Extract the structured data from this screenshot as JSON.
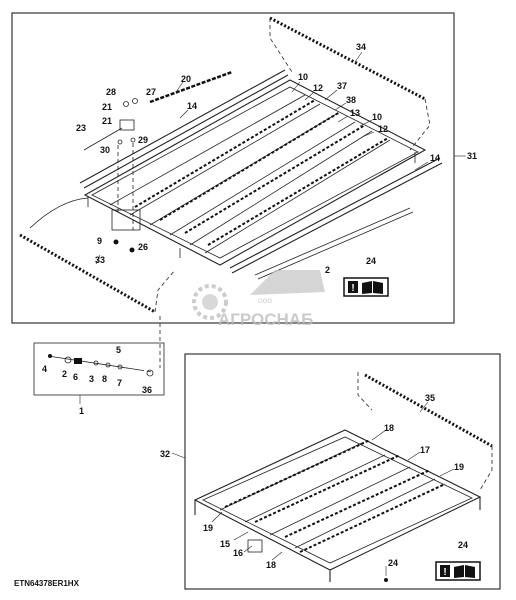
{
  "figure_code": "ETN64378ER1HX",
  "watermark": {
    "company_top": "ООО",
    "company_name": "АГРОСНАБ"
  },
  "callouts": {
    "c1": "1",
    "c2": "2",
    "c3": "3",
    "c4": "4",
    "c5": "5",
    "c6": "6",
    "c7": "7",
    "c8": "8",
    "c9": "9",
    "c10a": "10",
    "c10b": "10",
    "c12a": "12",
    "c12b": "12",
    "c13": "13",
    "c14a": "14",
    "c14b": "14",
    "c15": "15",
    "c16": "16",
    "c17": "17",
    "c18a": "18",
    "c18b": "18",
    "c19a": "19",
    "c19b": "19",
    "c20": "20",
    "c21a": "21",
    "c21b": "21",
    "c23": "23",
    "c24a": "24",
    "c24b": "24",
    "c24c": "24",
    "c26": "26",
    "c27": "27",
    "c28": "28",
    "c29": "29",
    "c30": "30",
    "c31": "31",
    "c32": "32",
    "c33": "33",
    "c34": "34",
    "c35": "35",
    "c36": "36",
    "c37": "37",
    "c38": "38"
  },
  "icons": [
    "warning-manual-icon-top",
    "warning-manual-icon-bottom",
    "agrosnab-logo"
  ]
}
